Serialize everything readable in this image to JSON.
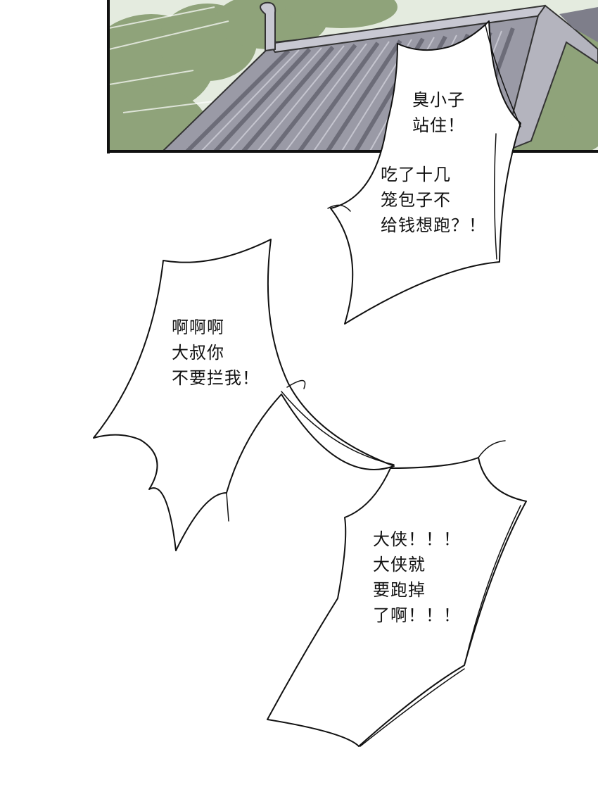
{
  "bubble_1": {
    "lines": [
      "臭小子",
      "站住！"
    ]
  },
  "bubble_1b": {
    "lines": [
      "吃了十几",
      "笼包子不",
      "给钱想跑？！"
    ]
  },
  "bubble_2": {
    "lines": [
      "啊啊啊",
      "大叔你",
      "不要拦我！"
    ]
  },
  "bubble_3": {
    "lines": [
      "大侠！！！",
      "大侠就",
      "要跑掉",
      "了啊！！！"
    ]
  },
  "colors": {
    "roof_tile": "#9a9aa6",
    "roof_dark": "#6c6c78",
    "foliage": "#8fa37a",
    "sky": "#dfe6da"
  }
}
